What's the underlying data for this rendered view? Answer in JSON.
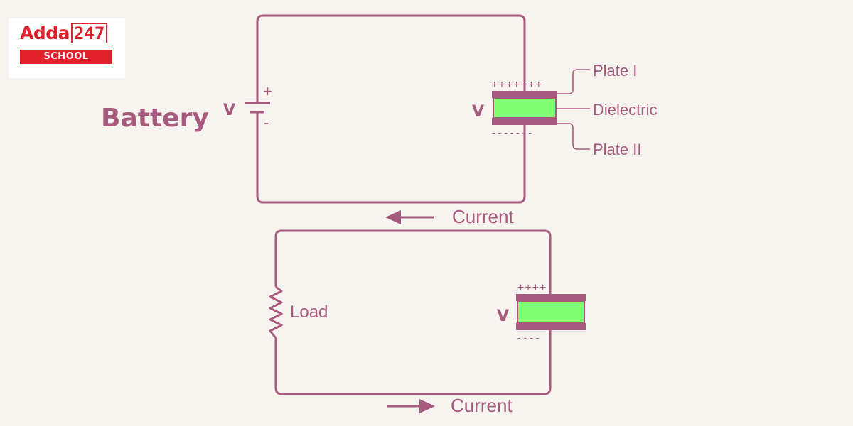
{
  "logo": {
    "brand": "Adda",
    "number": "247",
    "tagline": "SCHOOL"
  },
  "colors": {
    "wire": "#a65a7e",
    "dielectric": "#80ff72",
    "logo_red": "#e0202a",
    "background": "#f7f3ef"
  },
  "diagram": {
    "battery_label": "Battery",
    "battery_voltage": "V",
    "battery_plus": "+",
    "battery_minus": "-",
    "capacitor_voltage": "V",
    "plate_plus_signs": "+++++++",
    "plate_minus_signs": "- - - - - - -",
    "plate1_label": "Plate I",
    "dielectric_label": "Dielectric",
    "plate2_label": "Plate II",
    "current_top": "Current",
    "load_label": "Load",
    "capacitor2_voltage": "V",
    "plate_plus_signs_2": "++++",
    "plate_minus_signs_2": "- - - -",
    "current_bottom": "Current"
  }
}
